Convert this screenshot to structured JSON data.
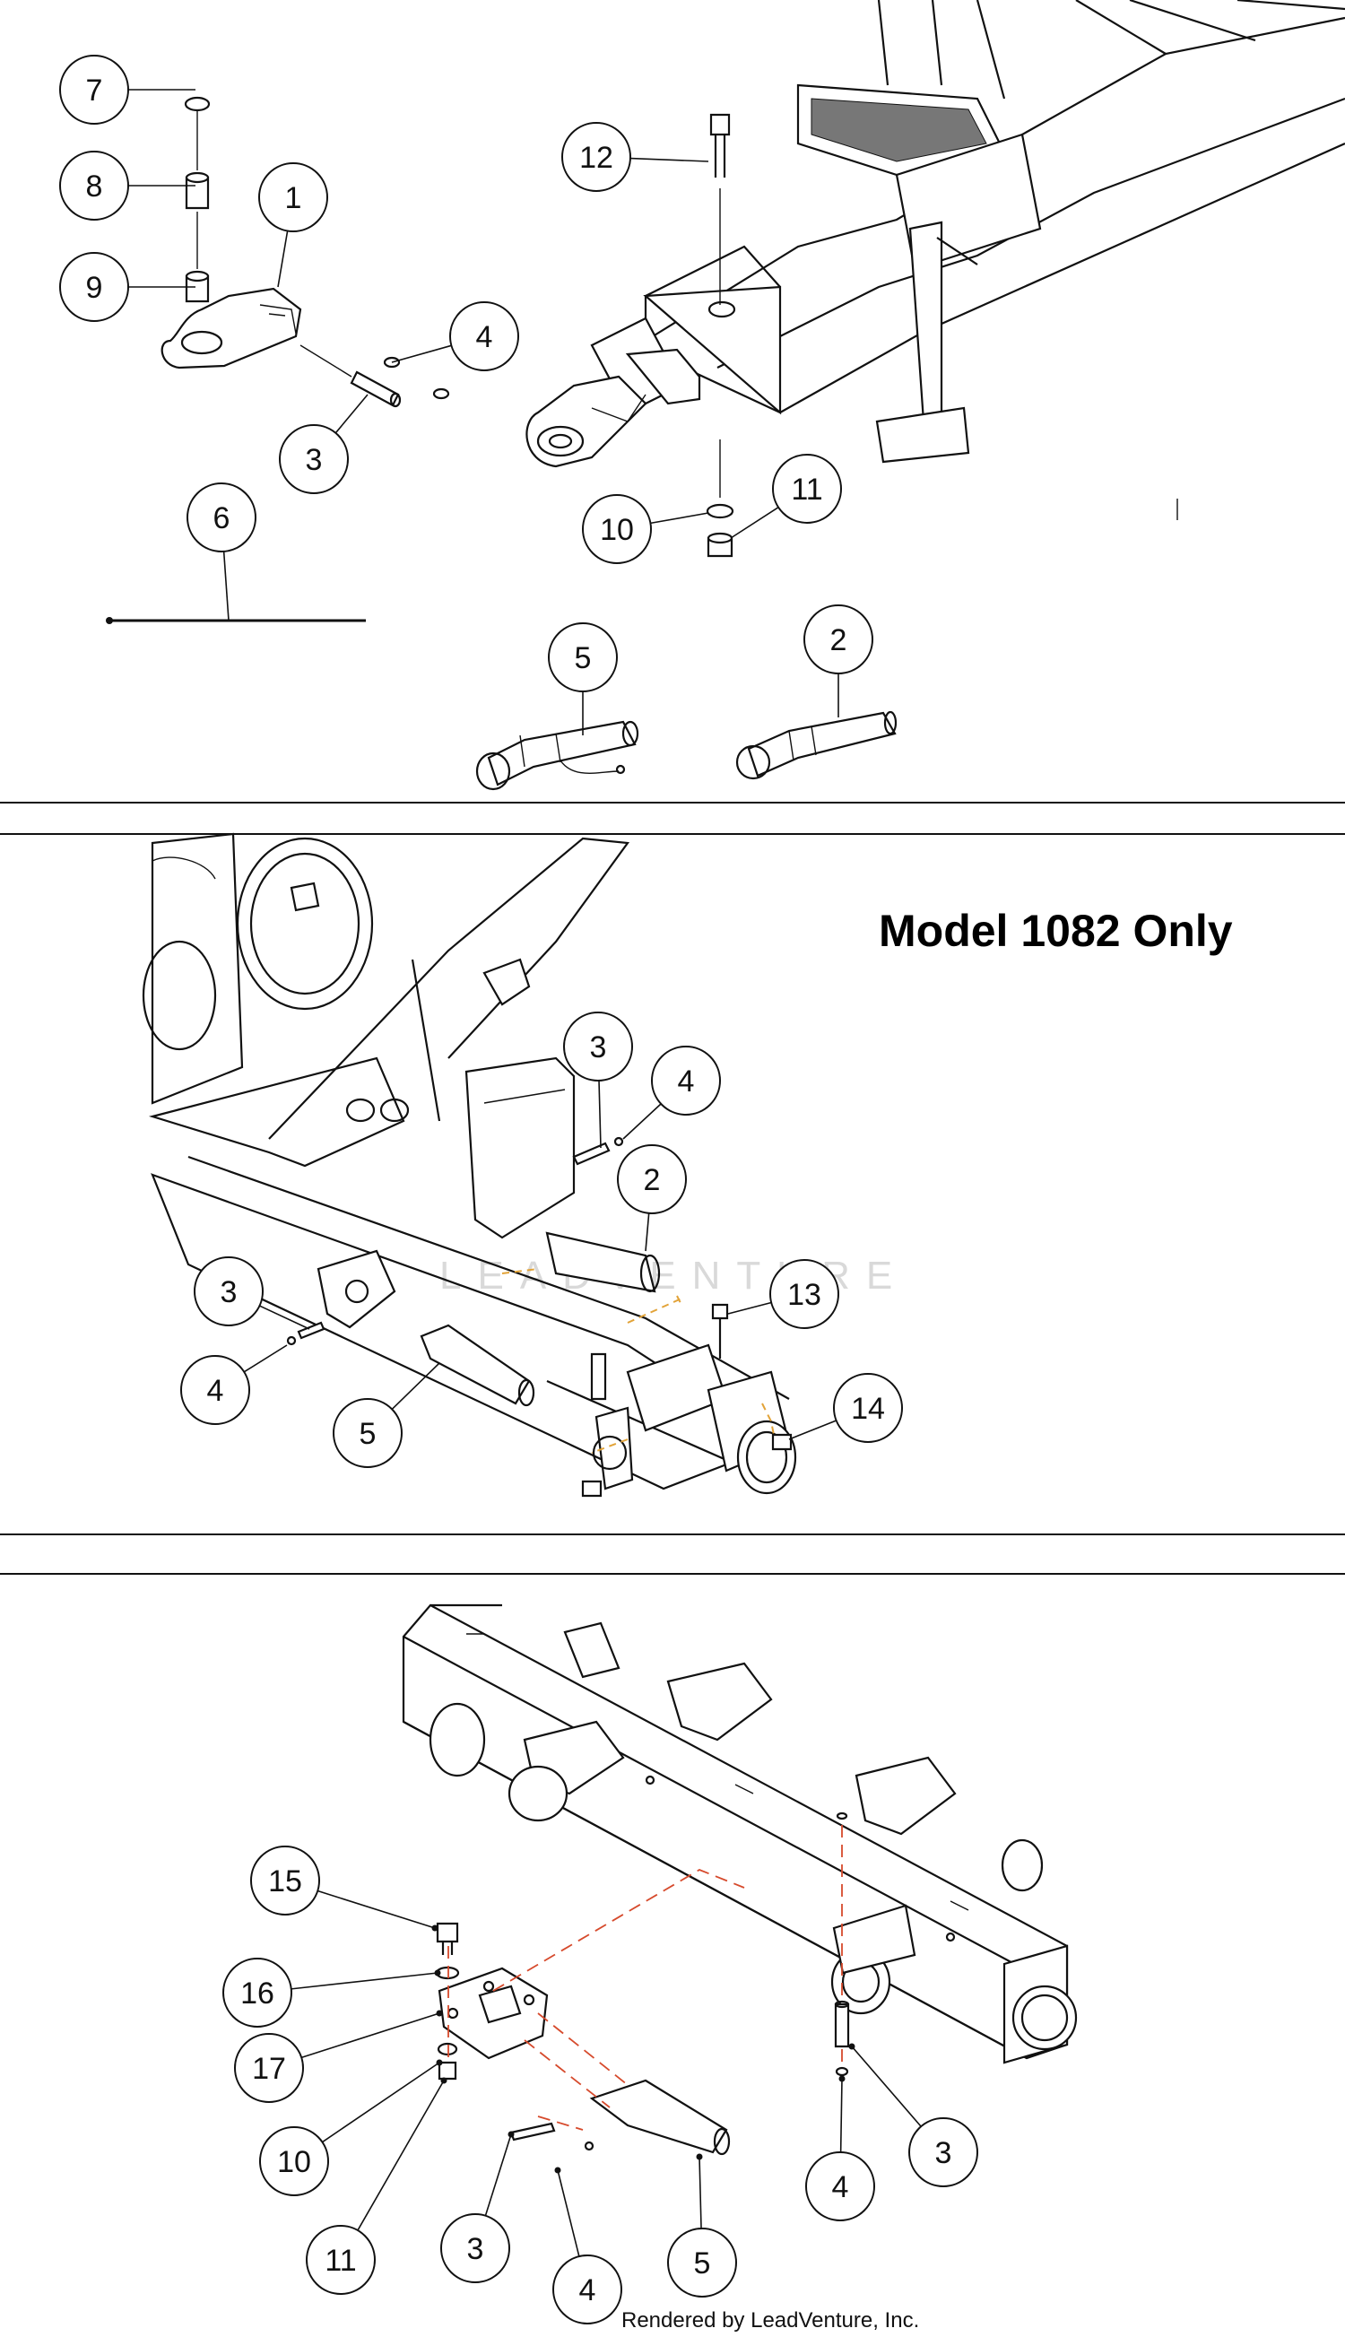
{
  "panels": [
    {
      "id": "top",
      "callouts": [
        "7",
        "8",
        "9",
        "1",
        "12",
        "4",
        "3",
        "6",
        "10",
        "11",
        "5",
        "2"
      ]
    },
    {
      "id": "middle",
      "heading": "Model  1082  Only",
      "watermark": "LEADVENTURE",
      "callouts": [
        "3",
        "4",
        "2",
        "3",
        "4",
        "5",
        "13",
        "14"
      ]
    },
    {
      "id": "bottom",
      "callouts": [
        "15",
        "16",
        "17",
        "10",
        "11",
        "3",
        "4",
        "5",
        "4",
        "3"
      ]
    }
  ],
  "footer": "Rendered by LeadVenture, Inc.",
  "colors": {
    "line": "#111111",
    "dash_red": "#d64a2c",
    "dash_orange": "#e2a338",
    "watermark": "#d9d9d9"
  }
}
